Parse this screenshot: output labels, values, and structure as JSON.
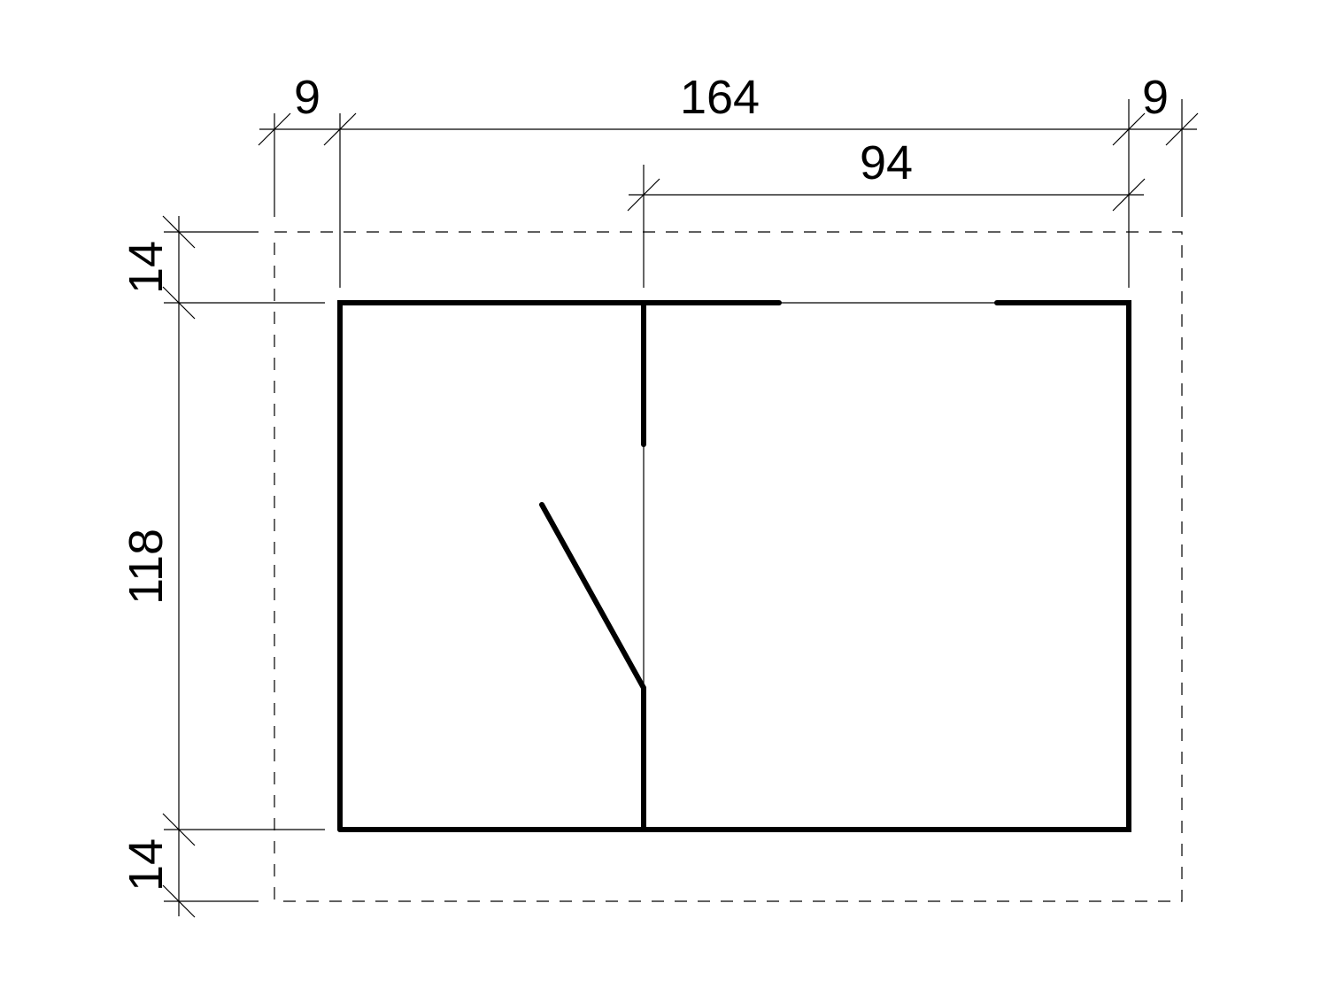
{
  "dimensions": {
    "top_left_margin": "9",
    "overall_width": "164",
    "top_right_margin": "9",
    "partial_width": "94",
    "left_top_margin": "14",
    "overall_height": "118",
    "left_bottom_margin": "14"
  }
}
